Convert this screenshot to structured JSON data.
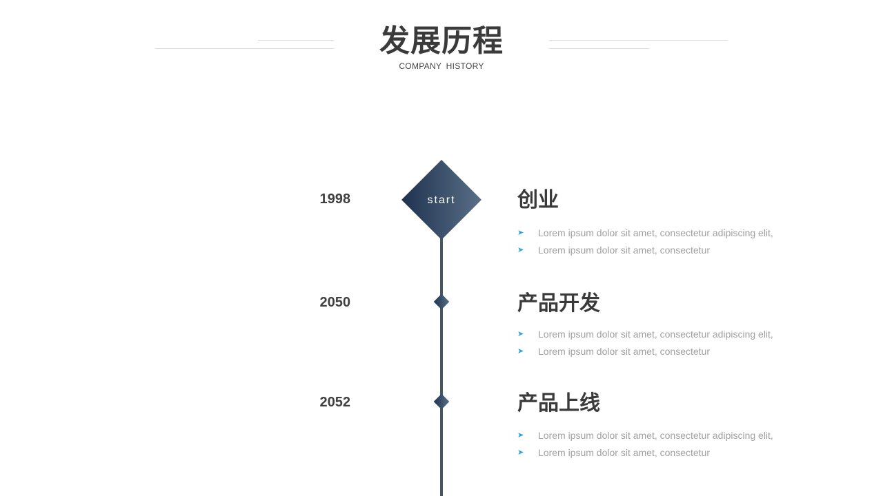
{
  "header": {
    "title": "发展历程",
    "subtitle": "COMPANY  HISTORY"
  },
  "timeline": {
    "start_label": "start",
    "events": [
      {
        "year": "1998",
        "title": "创业",
        "bullets": [
          "Lorem ipsum dolor sit amet, consectetur adipiscing elit,",
          "Lorem ipsum dolor sit amet, consectetur"
        ]
      },
      {
        "year": "2050",
        "title": "产品开发",
        "bullets": [
          "Lorem ipsum dolor sit amet, consectetur adipiscing elit,",
          "Lorem ipsum dolor sit amet, consectetur"
        ]
      },
      {
        "year": "2052",
        "title": "产品上线",
        "bullets": [
          "Lorem ipsum dolor sit amet, consectetur adipiscing elit,",
          "Lorem ipsum dolor sit amet, consectetur"
        ]
      }
    ]
  },
  "icons": {
    "bullet": "arrow-bullet-icon",
    "bullet_glyph": "➤"
  },
  "colors": {
    "accent_dark": "#1e3250",
    "accent_light": "#5a6f86",
    "bullet": "#29a3d6",
    "text_dark": "#3a3a3a",
    "text_muted": "#a0a0a0",
    "line": "#4a5562"
  }
}
